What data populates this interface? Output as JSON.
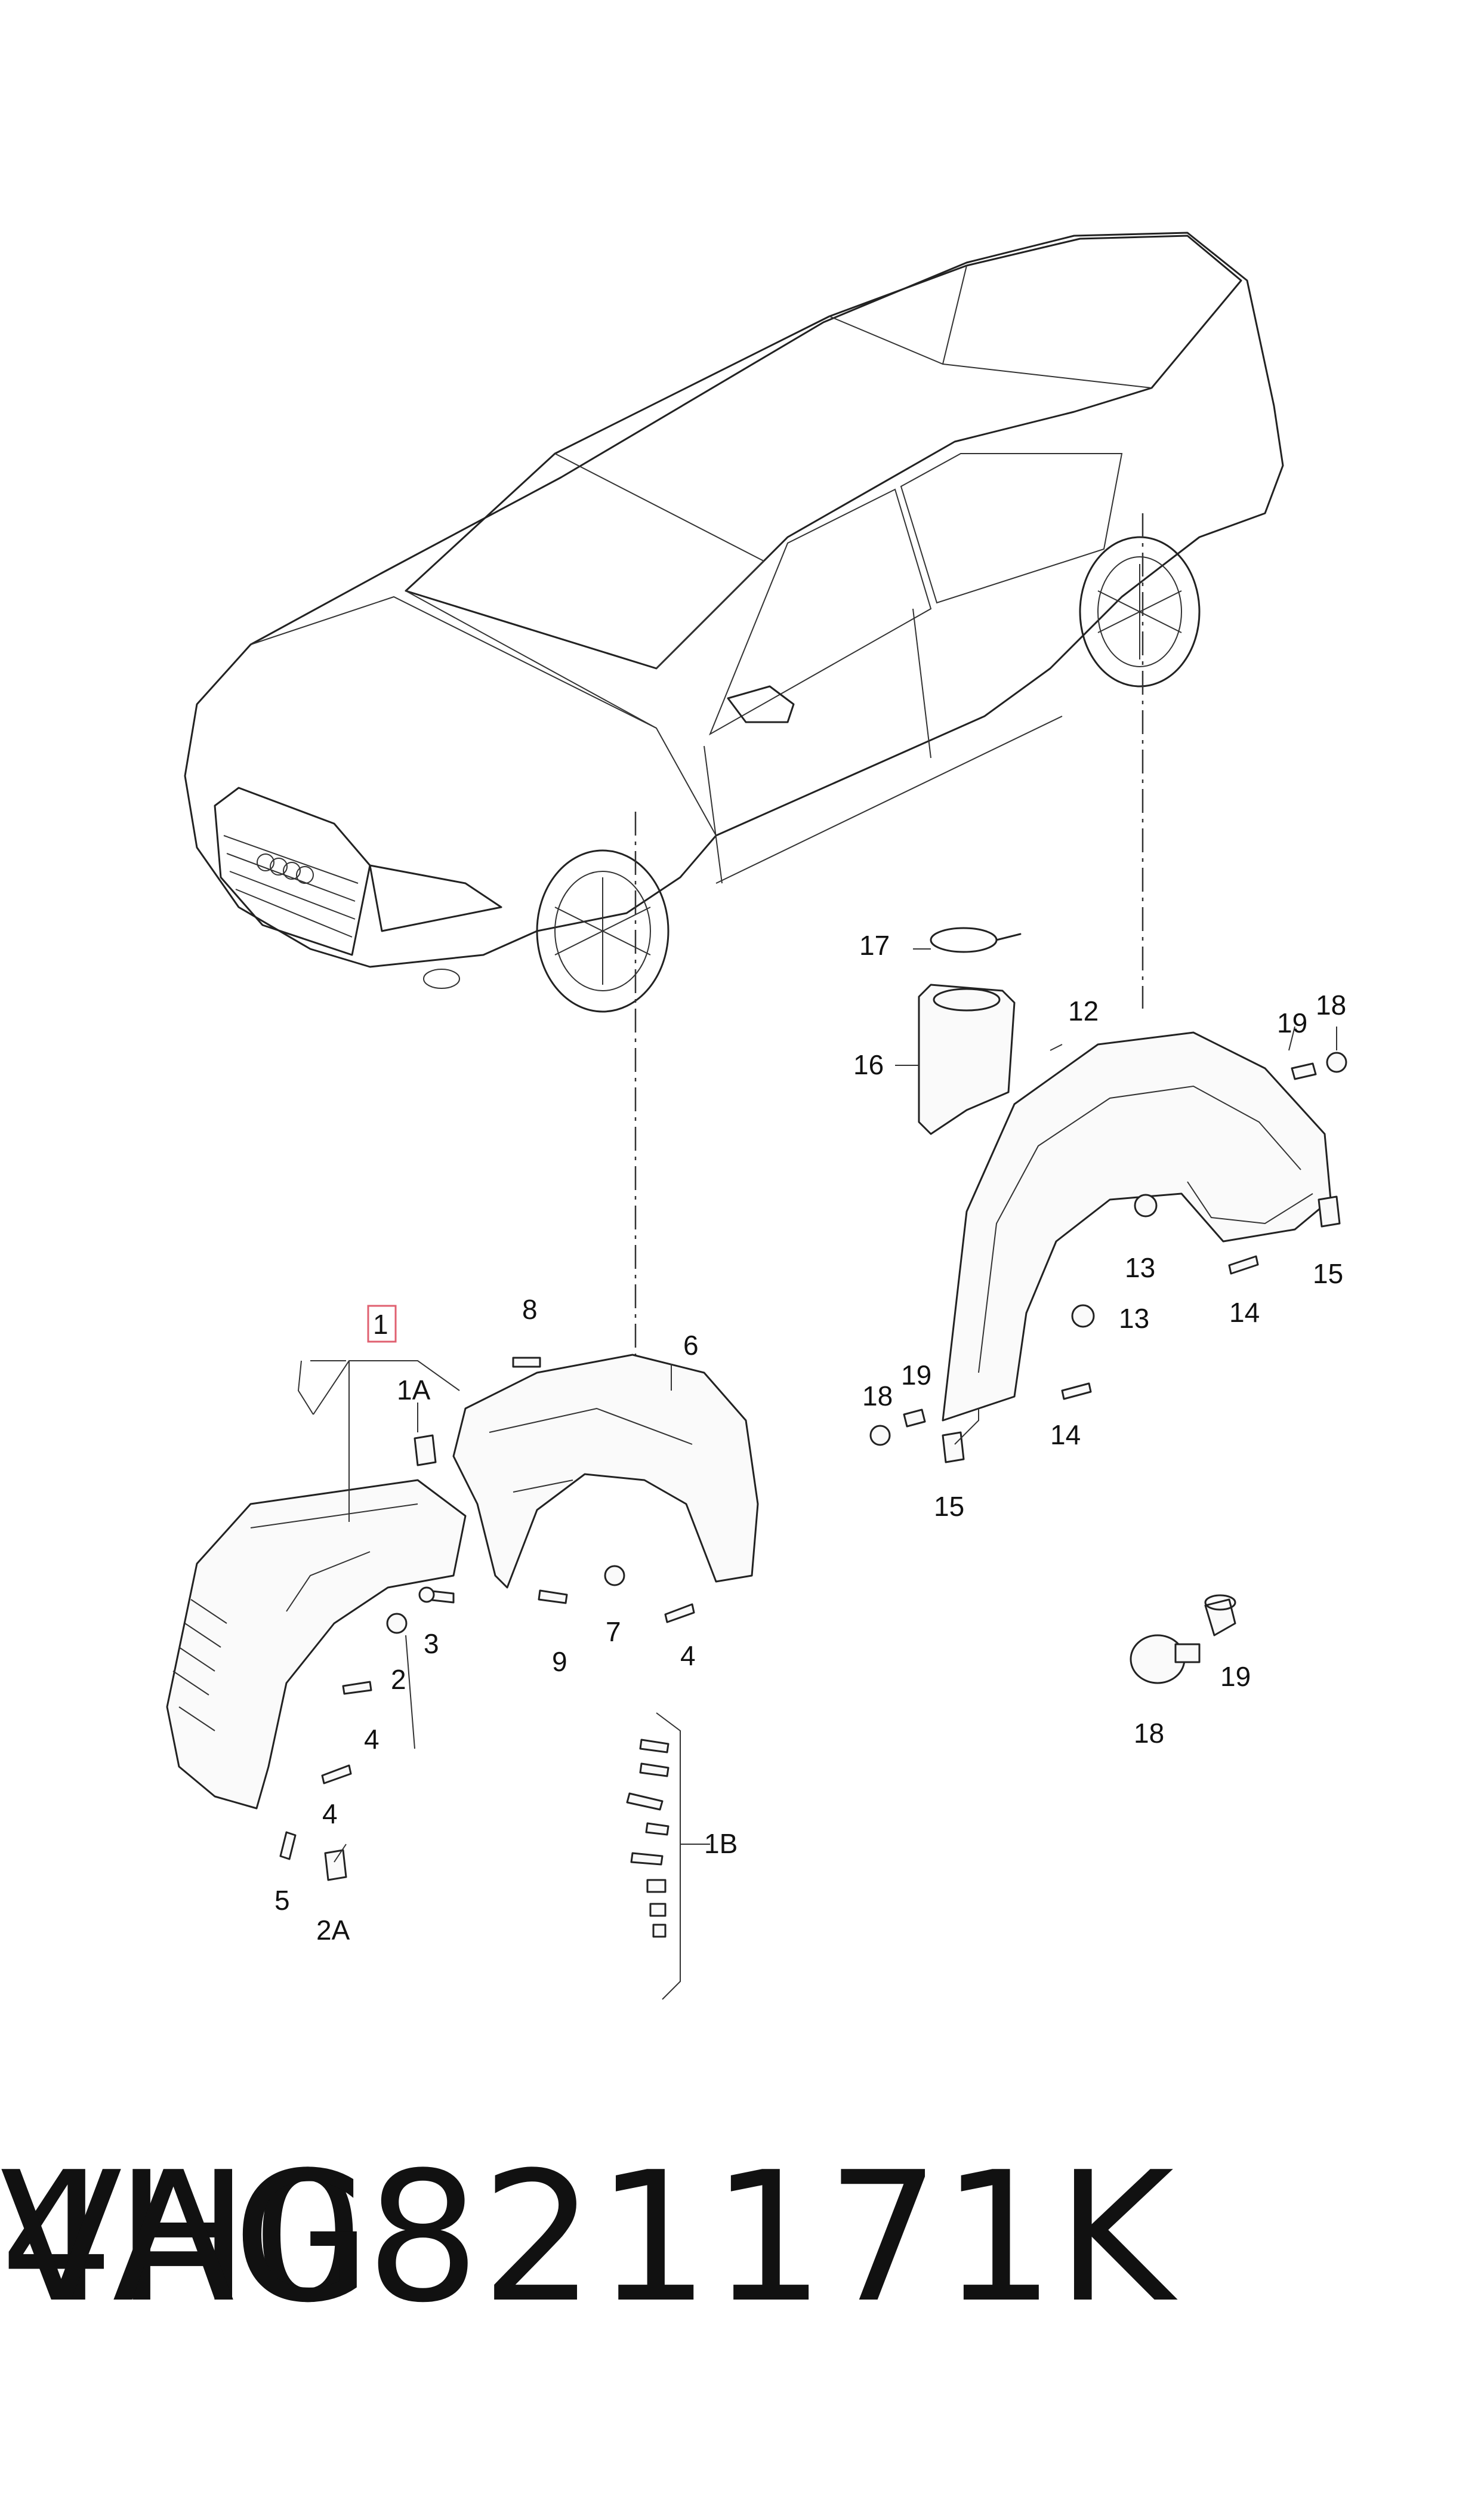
{
  "callouts": [
    {
      "id": "1",
      "text": "1"
    },
    {
      "id": "1A",
      "text": "1A"
    },
    {
      "id": "1B",
      "text": "1B"
    },
    {
      "id": "2",
      "text": "2"
    },
    {
      "id": "2A",
      "text": "2A"
    },
    {
      "id": "3",
      "text": "3"
    },
    {
      "id": "4a",
      "text": "4"
    },
    {
      "id": "4b",
      "text": "4"
    },
    {
      "id": "4c",
      "text": "4"
    },
    {
      "id": "5",
      "text": "5"
    },
    {
      "id": "6",
      "text": "6"
    },
    {
      "id": "7",
      "text": "7"
    },
    {
      "id": "8",
      "text": "8"
    },
    {
      "id": "9",
      "text": "9"
    },
    {
      "id": "12",
      "text": "12"
    },
    {
      "id": "13a",
      "text": "13"
    },
    {
      "id": "13b",
      "text": "13"
    },
    {
      "id": "14a",
      "text": "14"
    },
    {
      "id": "14b",
      "text": "14"
    },
    {
      "id": "15a",
      "text": "15"
    },
    {
      "id": "15b",
      "text": "15"
    },
    {
      "id": "16",
      "text": "16"
    },
    {
      "id": "17",
      "text": "17"
    },
    {
      "id": "18a",
      "text": "18"
    },
    {
      "id": "18b",
      "text": "18"
    },
    {
      "id": "18c",
      "text": "18"
    },
    {
      "id": "19a",
      "text": "19"
    },
    {
      "id": "19b",
      "text": "19"
    },
    {
      "id": "19c",
      "text": "19"
    }
  ],
  "footer": {
    "part_number": "4H0821171K",
    "brand": "VAG"
  },
  "colors": {
    "line": "#222222",
    "highlight_box": "#e06070"
  }
}
